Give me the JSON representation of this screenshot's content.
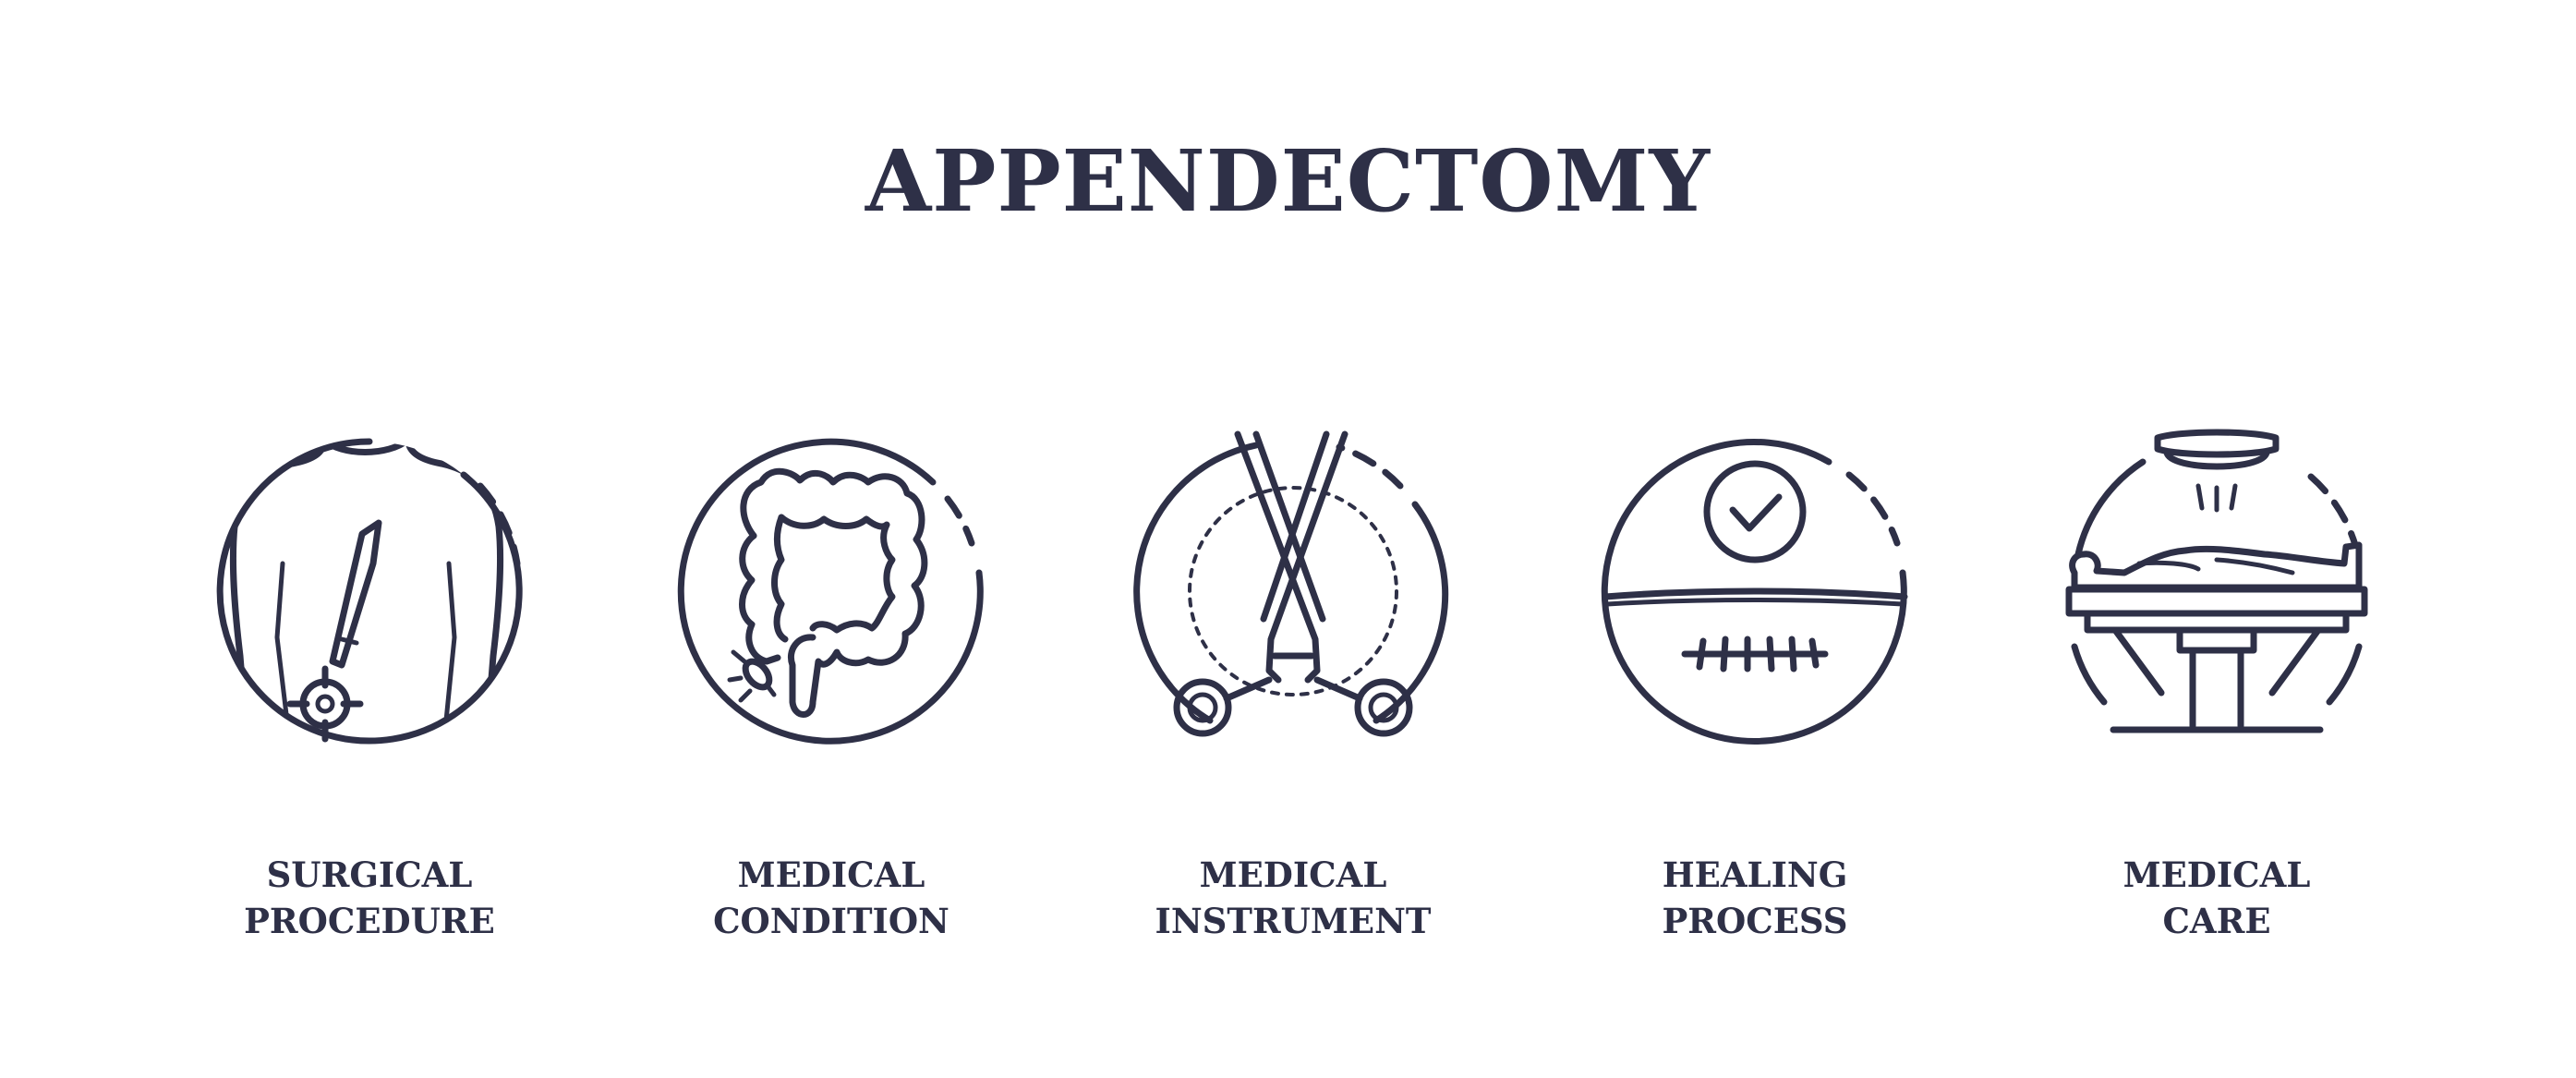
{
  "title": "APPENDECTOMY",
  "icons": [
    {
      "icon": "torso-incision-icon",
      "label_line1": "SURGICAL",
      "label_line2": "PROCEDURE"
    },
    {
      "icon": "intestine-icon",
      "label_line1": "MEDICAL",
      "label_line2": "CONDITION"
    },
    {
      "icon": "surgical-scissors-icon",
      "label_line1": "MEDICAL",
      "label_line2": "INSTRUMENT"
    },
    {
      "icon": "healed-stitches-icon",
      "label_line1": "HEALING",
      "label_line2": "PROCESS"
    },
    {
      "icon": "operating-table-icon",
      "label_line1": "MEDICAL",
      "label_line2": "CARE"
    }
  ],
  "colors": {
    "ink": "#2e3047",
    "background": "#ffffff"
  }
}
